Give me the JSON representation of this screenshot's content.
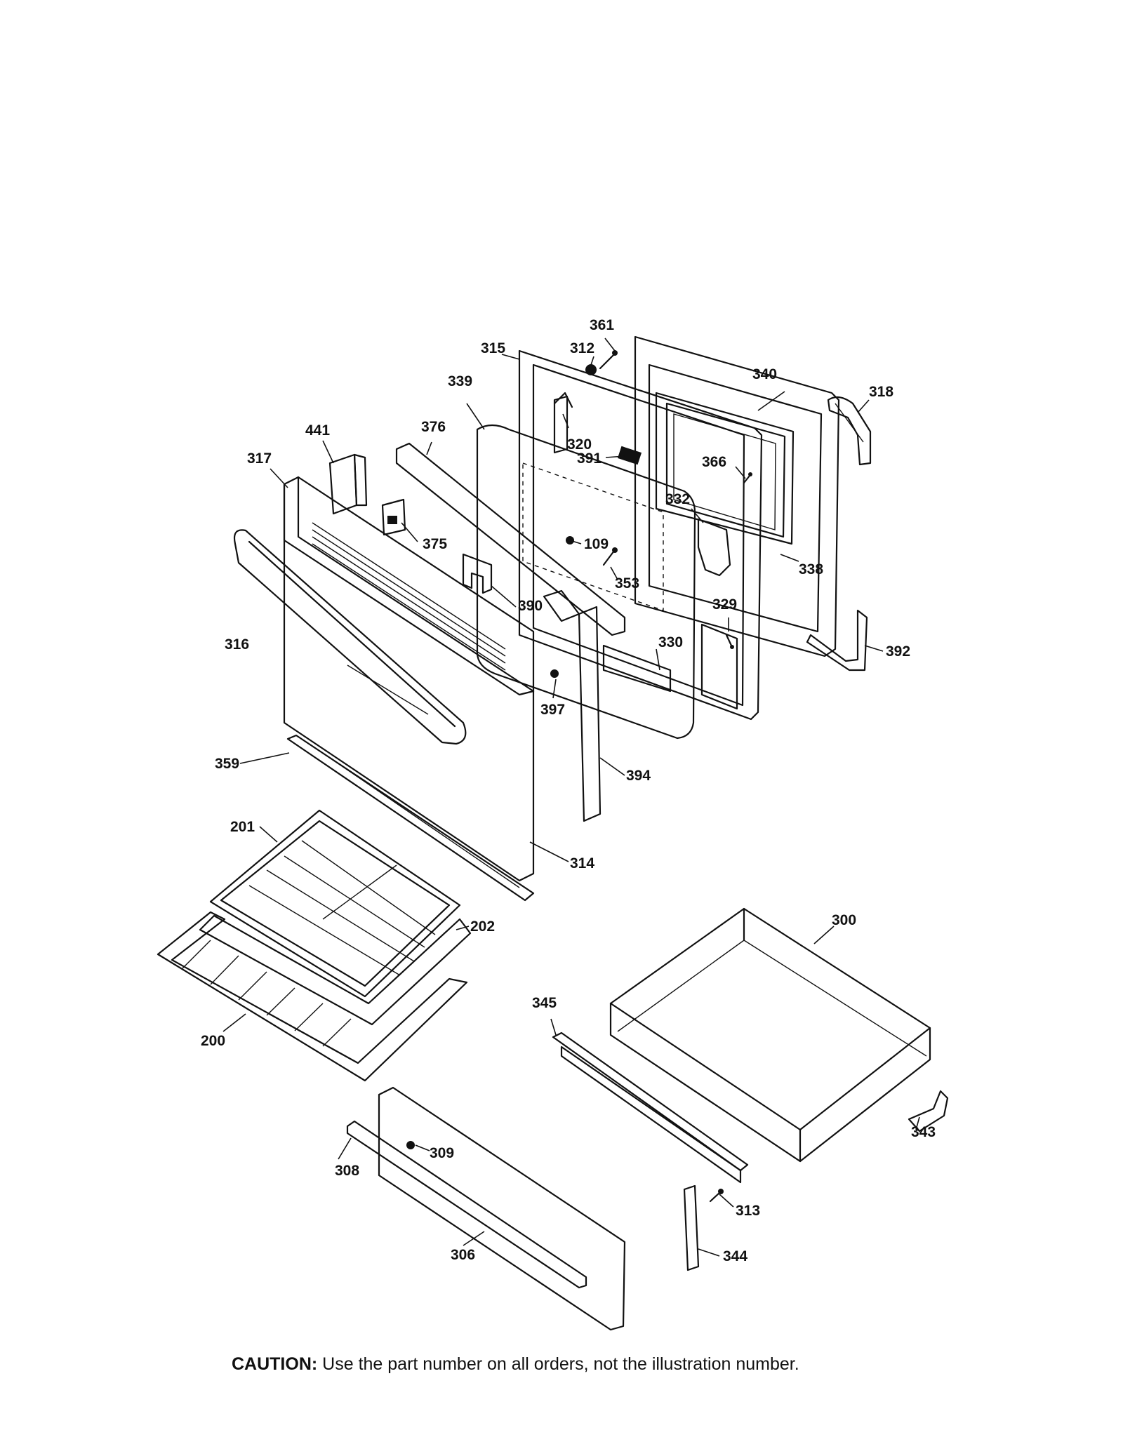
{
  "callouts": {
    "c361": "361",
    "c315": "315",
    "c312": "312",
    "c340": "340",
    "c339": "339",
    "c318": "318",
    "c441": "441",
    "c376": "376",
    "c320": "320",
    "c317": "317",
    "c391": "391",
    "c366": "366",
    "c332": "332",
    "c375": "375",
    "c109": "109",
    "c353": "353",
    "c338": "338",
    "c390": "390",
    "c329": "329",
    "c316": "316",
    "c330": "330",
    "c392": "392",
    "c397": "397",
    "c359": "359",
    "c394": "394",
    "c201": "201",
    "c314": "314",
    "c300": "300",
    "c202": "202",
    "c345": "345",
    "c200": "200",
    "c343": "343",
    "c309": "309",
    "c308": "308",
    "c313": "313",
    "c306": "306",
    "c344": "344"
  },
  "caution": {
    "label": "CAUTION:",
    "text": "Use the part number on all orders, not the illustration number."
  }
}
